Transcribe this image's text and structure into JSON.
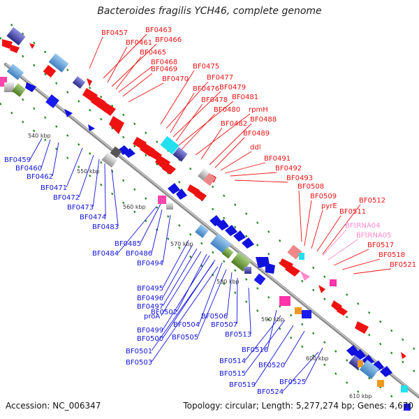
{
  "title": "Bacteroides fragilis YCH46, complete genome",
  "accession": "Accession: NC_006347",
  "summary": "Topology: circular; Length: 5,277,274 bp; Genes: 4,670",
  "colors": {
    "forward": "#ee1111",
    "reverse": "#1111dd",
    "rna": "#ff88cc",
    "axis": "#8a8a8a",
    "tick": "#228822"
  },
  "kbp_labels": [
    "540 kbp",
    "550 kbp",
    "560 kbp",
    "570 kbp",
    "580 kbp",
    "590 kbp",
    "600 kbp",
    "610 kbp"
  ],
  "forward_genes": [
    "BF0457",
    "BF0463",
    "BF0461",
    "BF0466",
    "BF0465",
    "BF0468",
    "BF0469",
    "BF0470",
    "BF0475",
    "BF0477",
    "BF0476",
    "BF0479",
    "BF0478",
    "BF0481",
    "BF0480",
    "rpmH",
    "BF0482",
    "BF0488",
    "BF0489",
    "ddl",
    "BF0491",
    "BF0492",
    "BF0493",
    "BF0508",
    "BF0509",
    "pyrE",
    "BF0512",
    "BF0511",
    "BFtRNA04",
    "BFtRNA05",
    "BF0517",
    "BF0518",
    "BF0521"
  ],
  "reverse_genes": [
    "BF0459",
    "BF0460",
    "BF0462",
    "BF0471",
    "BF0472",
    "BF0473",
    "BF0474",
    "BF0483",
    "BF0485",
    "BF0484",
    "BF0486",
    "BF0494",
    "BF0495",
    "BF0496",
    "BF0497",
    "proA",
    "BF0502",
    "BF0499",
    "BF0500",
    "BF0504",
    "BF0506",
    "BF0505",
    "BF0507",
    "BF0513",
    "BF0501",
    "BF0503",
    "BF0516",
    "BF0514",
    "BF0515",
    "BF0520",
    "BF0519",
    "BF0525",
    "BF0524"
  ]
}
